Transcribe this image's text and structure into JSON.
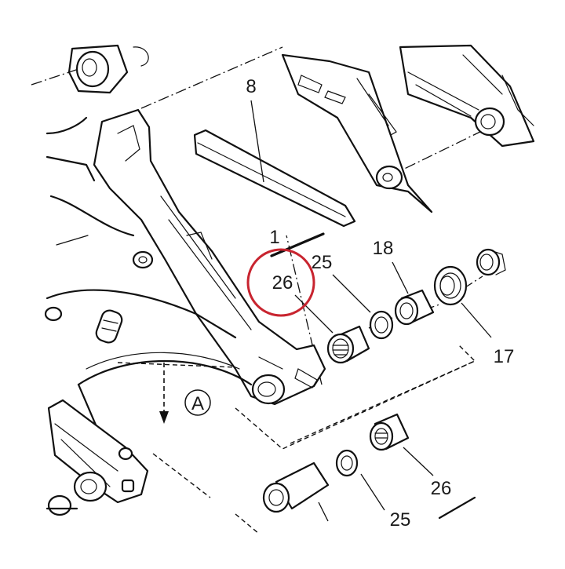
{
  "figure": {
    "callouts": {
      "part_8": "8",
      "part_1": "1",
      "part_25_top": "25",
      "part_26_top": "26",
      "part_18": "18",
      "part_17": "17",
      "part_26_bottom": "26",
      "part_25_bottom": "25"
    },
    "view_marker": "A",
    "highlight": {
      "target": "26",
      "color": "#c8242f"
    }
  }
}
